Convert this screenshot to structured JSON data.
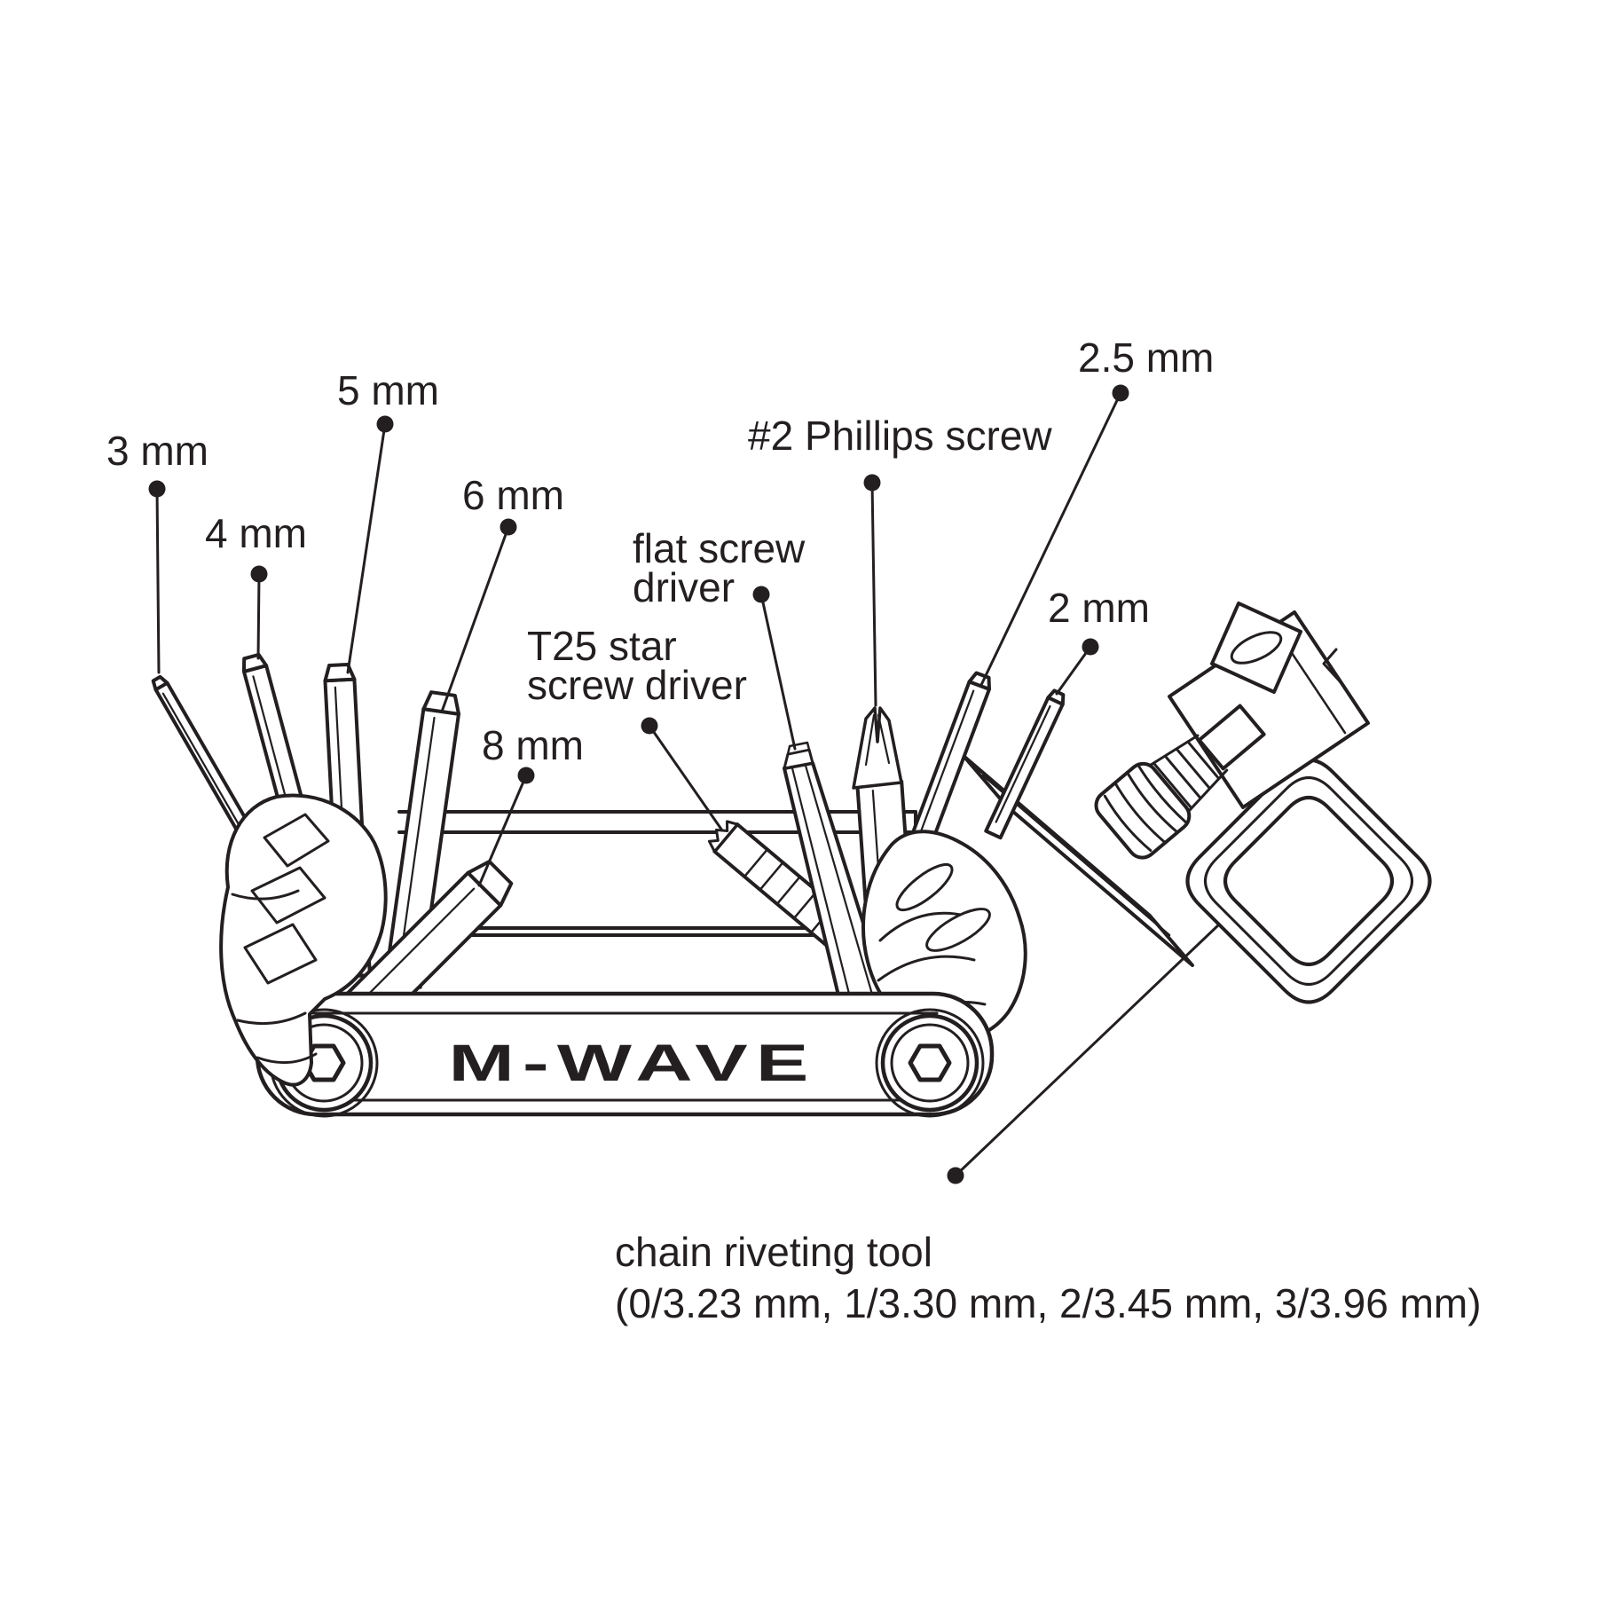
{
  "colors": {
    "ink": "#231f20",
    "background": "#ffffff"
  },
  "brand": {
    "logo": "M-WAVE"
  },
  "labels": {
    "hex3": "3 mm",
    "hex4": "4 mm",
    "hex5": "5 mm",
    "hex6": "6 mm",
    "hex8": "8 mm",
    "t25": {
      "line1": "T25 star",
      "line2": "screw driver"
    },
    "flat": {
      "line1": "flat screw",
      "line2": "driver"
    },
    "phillips": "#2 Phillips screw",
    "hex2_5": "2.5 mm",
    "hex2": "2 mm",
    "chain": {
      "line1": "chain riveting tool",
      "line2": "(0/3.23 mm, 1/3.30 mm, 2/3.45 mm, 3/3.96 mm)"
    }
  }
}
